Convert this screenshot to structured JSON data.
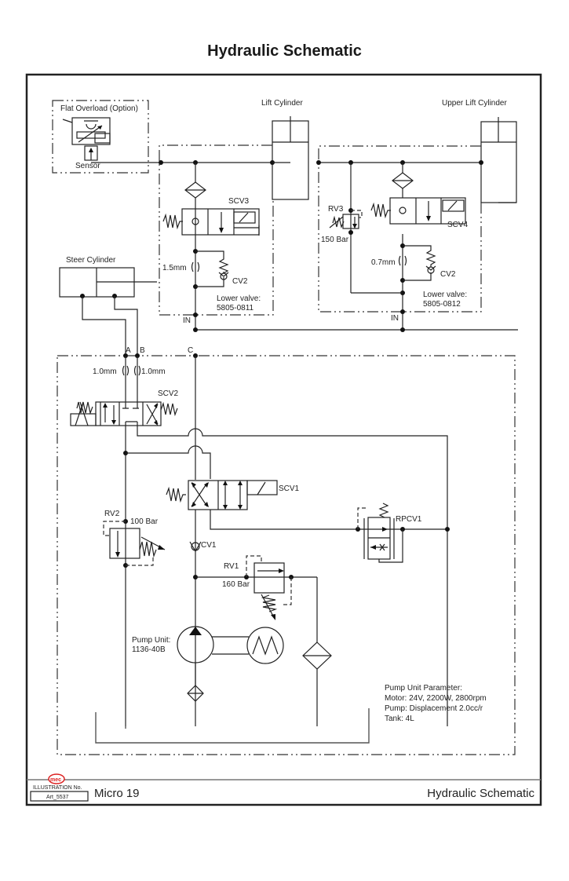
{
  "page": {
    "title": "Hydraulic Schematic"
  },
  "components": {
    "flat_overload": {
      "label": "Flat Overload (Option)",
      "sensor_label": "Sensor"
    },
    "lift_cylinder": {
      "label": "Lift Cylinder"
    },
    "upper_lift_cylinder": {
      "label": "Upper Lift Cylinder"
    },
    "steer_cylinder": {
      "label": "Steer Cylinder"
    },
    "lower_valve_1": {
      "valve": "SCV3",
      "orifice": "1.5mm",
      "check": "CV2",
      "label_line1": "Lower valve:",
      "label_line2": "5805-0811",
      "port": "IN"
    },
    "lower_valve_2": {
      "valve": "SCV4",
      "relief": "RV3",
      "relief_pressure": "150 Bar",
      "orifice": "0.7mm",
      "check": "CV2",
      "label_line1": "Lower valve:",
      "label_line2": "5805-0812",
      "port": "IN"
    },
    "ports": {
      "a": "A",
      "b": "B",
      "c": "C"
    },
    "steer_orifices": {
      "left": "1.0mm",
      "right": "1.0mm"
    },
    "scv2": {
      "label": "SCV2"
    },
    "scv1": {
      "label": "SCV1"
    },
    "rpcv1": {
      "label": "RPCV1"
    },
    "rv2": {
      "label": "RV2",
      "pressure": "100 Bar"
    },
    "cv1": {
      "label": "CV1"
    },
    "rv1": {
      "label": "RV1",
      "pressure": "160 Bar"
    },
    "pump_unit": {
      "label_line1": "Pump Unit:",
      "label_line2": "1136-40B"
    },
    "pump_parameters": {
      "heading": "Pump Unit Parameter:",
      "motor": "Motor: 24V, 2200W, 2800rpm",
      "pump": "Pump: Displacement 2.0cc/r",
      "tank": "Tank: 4L"
    }
  },
  "footer": {
    "logo": "mec",
    "illustration_label": "ILLUSTRATION No.",
    "art_number": "Art_5537",
    "model": "Micro 19",
    "doc_title": "Hydraulic Schematic"
  }
}
